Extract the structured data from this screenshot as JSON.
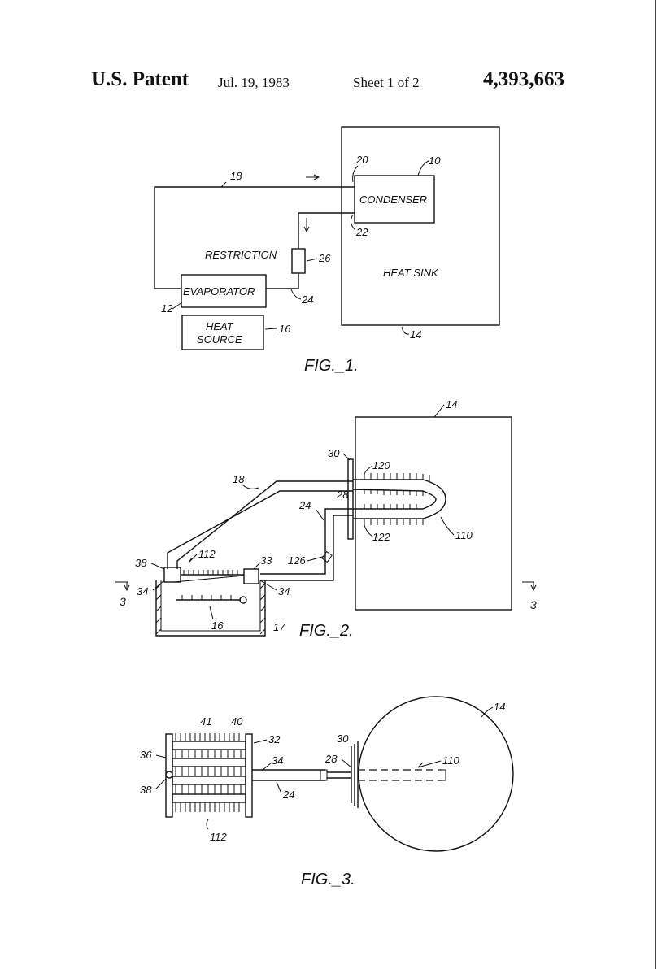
{
  "header": {
    "office": "U.S. Patent",
    "date": "Jul. 19, 1983",
    "sheet": "Sheet 1 of 2",
    "patent_number": "4,393,663"
  },
  "fig1": {
    "caption": "FIG._1.",
    "condenser": "CONDENSER",
    "evaporator": "EVAPORATOR",
    "heat_source_line1": "HEAT",
    "heat_source_line2": "SOURCE",
    "restriction": "RESTRICTION",
    "heat_sink": "HEAT SINK",
    "ref_10": "10",
    "ref_12": "12",
    "ref_14": "14",
    "ref_16": "16",
    "ref_18": "18",
    "ref_20": "20",
    "ref_22": "22",
    "ref_24": "24",
    "ref_26": "26"
  },
  "fig2": {
    "caption": "FIG._2.",
    "ref_14": "14",
    "ref_30": "30",
    "ref_120": "120",
    "ref_18": "18",
    "ref_28": "28",
    "ref_24": "24",
    "ref_110": "110",
    "ref_122": "122",
    "ref_126": "126",
    "ref_38": "38",
    "ref_112": "112",
    "ref_33": "33",
    "ref_34a": "34",
    "ref_34b": "34",
    "ref_16": "16",
    "ref_17": "17",
    "ref_3a": "3",
    "ref_3b": "3"
  },
  "fig3": {
    "caption": "FIG._3.",
    "ref_14": "14",
    "ref_41": "41",
    "ref_40": "40",
    "ref_32": "32",
    "ref_30": "30",
    "ref_36": "36",
    "ref_34": "34",
    "ref_28": "28",
    "ref_110": "110",
    "ref_38": "38",
    "ref_24": "24",
    "ref_112": "112"
  }
}
